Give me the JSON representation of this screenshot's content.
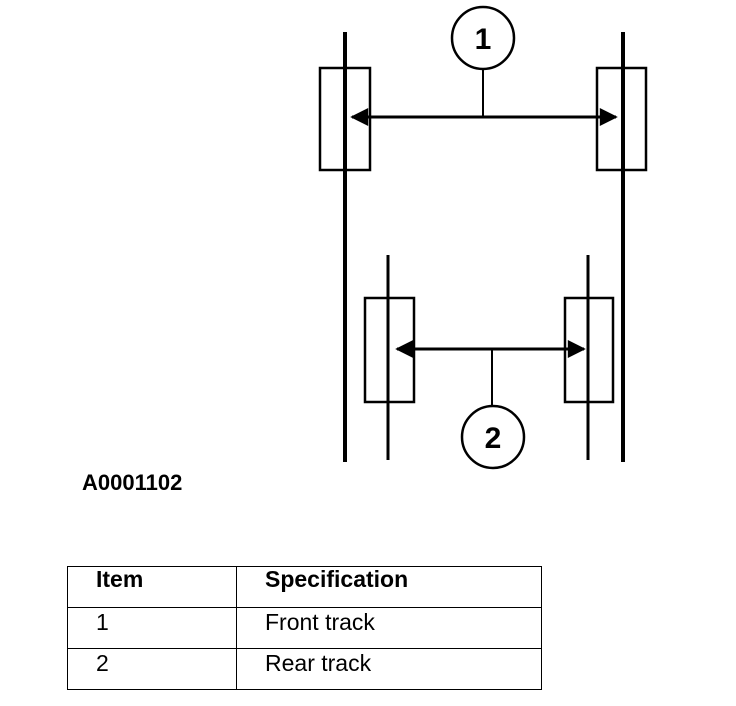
{
  "diagram": {
    "callouts": [
      "1",
      "2"
    ],
    "figure_id": "A0001102"
  },
  "table": {
    "headers": [
      "Item",
      "Specification"
    ],
    "rows": [
      [
        "1",
        "Front track"
      ],
      [
        "2",
        "Rear track"
      ]
    ]
  }
}
